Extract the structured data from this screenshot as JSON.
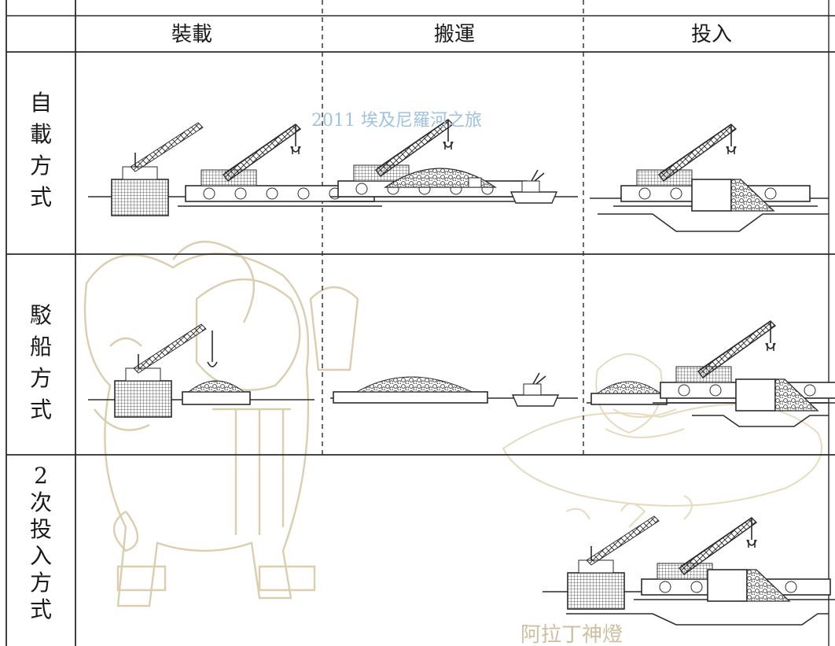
{
  "table": {
    "columns": [
      "裝載",
      "搬運",
      "投入"
    ],
    "rows": [
      {
        "label": [
          "自",
          "載",
          "方",
          "式"
        ]
      },
      {
        "label": [
          "駁",
          "船",
          "方",
          "式"
        ]
      },
      {
        "label": [
          "2",
          "次",
          "投",
          "入",
          "方",
          "式"
        ]
      }
    ]
  },
  "watermarks": {
    "center_text": "2011 埃及尼羅河之旅",
    "bottom_text": "阿拉丁神燈"
  },
  "colors": {
    "line": "#2b2b2b",
    "watermark_text": "#9ec2e0",
    "sketch": "#d8c9a6"
  }
}
